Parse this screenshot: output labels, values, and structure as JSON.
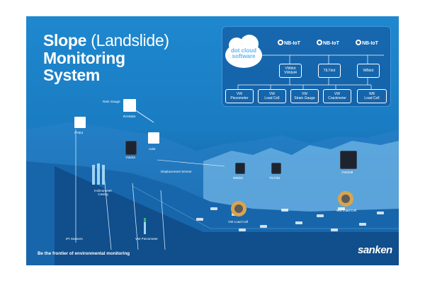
{
  "title": {
    "bold1": "Slope",
    "light": "(Landslide)",
    "line2": "Monitoring",
    "line3": "System"
  },
  "cloud": {
    "line1": "dot cloud",
    "line2": "software"
  },
  "network": {
    "label": "NB-IoT",
    "gateways": [
      {
        "name": "VWdot\nVWdot4"
      },
      {
        "name": "TILTdot"
      },
      {
        "name": "WBdot"
      }
    ],
    "sensors": [
      "VW\nPiezometer",
      "VW\nLoad Cell",
      "VW\nStrain Gauge",
      "VW\nCrackmeter",
      "WB\nLoad Cell"
    ]
  },
  "scene_labels": {
    "rain_gauge": "Rain Gauge",
    "raindot": "RAINdot",
    "ipidot": "IPIdot",
    "vwdot": "VWdot",
    "adot": "Adot",
    "displacement_sensor": "Displacement Sensor",
    "inclinometer": "Inclinometer\nCasing",
    "wbdot": "WBdot",
    "tiltdot": "TILTdot",
    "vwdot8": "VWdot8",
    "wb_load_cell": "WB Load Cell",
    "vw_load_cell": "VW Load Cell",
    "ipi_sensors": "IPI Sensors",
    "vw_piezometer": "VW Piezometer"
  },
  "footer": {
    "slogan": "Be the frontier of environmental monitoring",
    "brand": "sanken"
  },
  "colors": {
    "sky": "#1e88cf",
    "panel_border": "#3f95db",
    "mountain": "#5aa7df",
    "ground": "#0f4a86"
  }
}
